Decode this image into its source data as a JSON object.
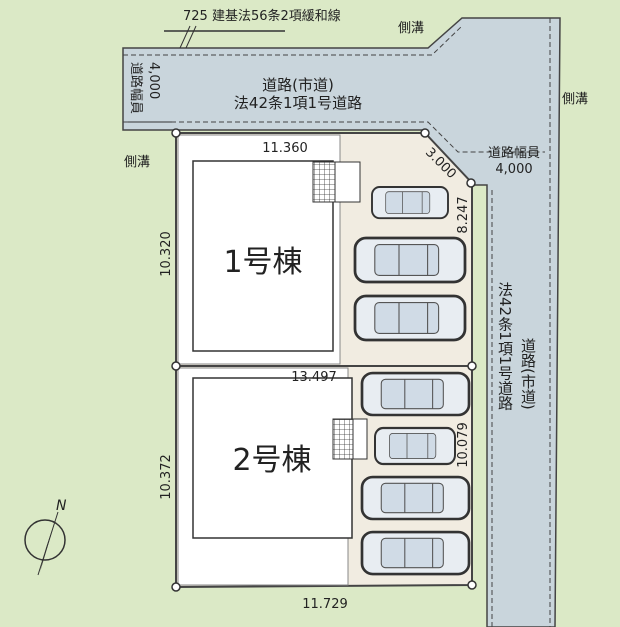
{
  "colors": {
    "background": "#dbe9c6",
    "road": "#c9d5dc",
    "lot": "#f1ece1",
    "building": "#ffffff",
    "line": "#333333"
  },
  "labels": {
    "setback": "725 建基法56条2項緩和線",
    "gutter": "側溝",
    "top_road_line1": "道路(市道)",
    "top_road_line2": "法42条1項1号道路",
    "top_road_width_label": "道路幅員",
    "top_road_width": "4,000",
    "right_road_width_label": "道路幅員",
    "right_road_width": "4,000",
    "right_road_a": "法42条1項1号道路",
    "right_road_b": "道路(市道)",
    "building1": "1号棟",
    "building2": "2号棟",
    "north": "N"
  },
  "dimensions": {
    "d1": "11.360",
    "d2": "10.320",
    "d3": "3.000",
    "d4": "8.247",
    "d5": "13.497",
    "d6": "10.372",
    "d7": "10.079",
    "d8": "11.729"
  }
}
